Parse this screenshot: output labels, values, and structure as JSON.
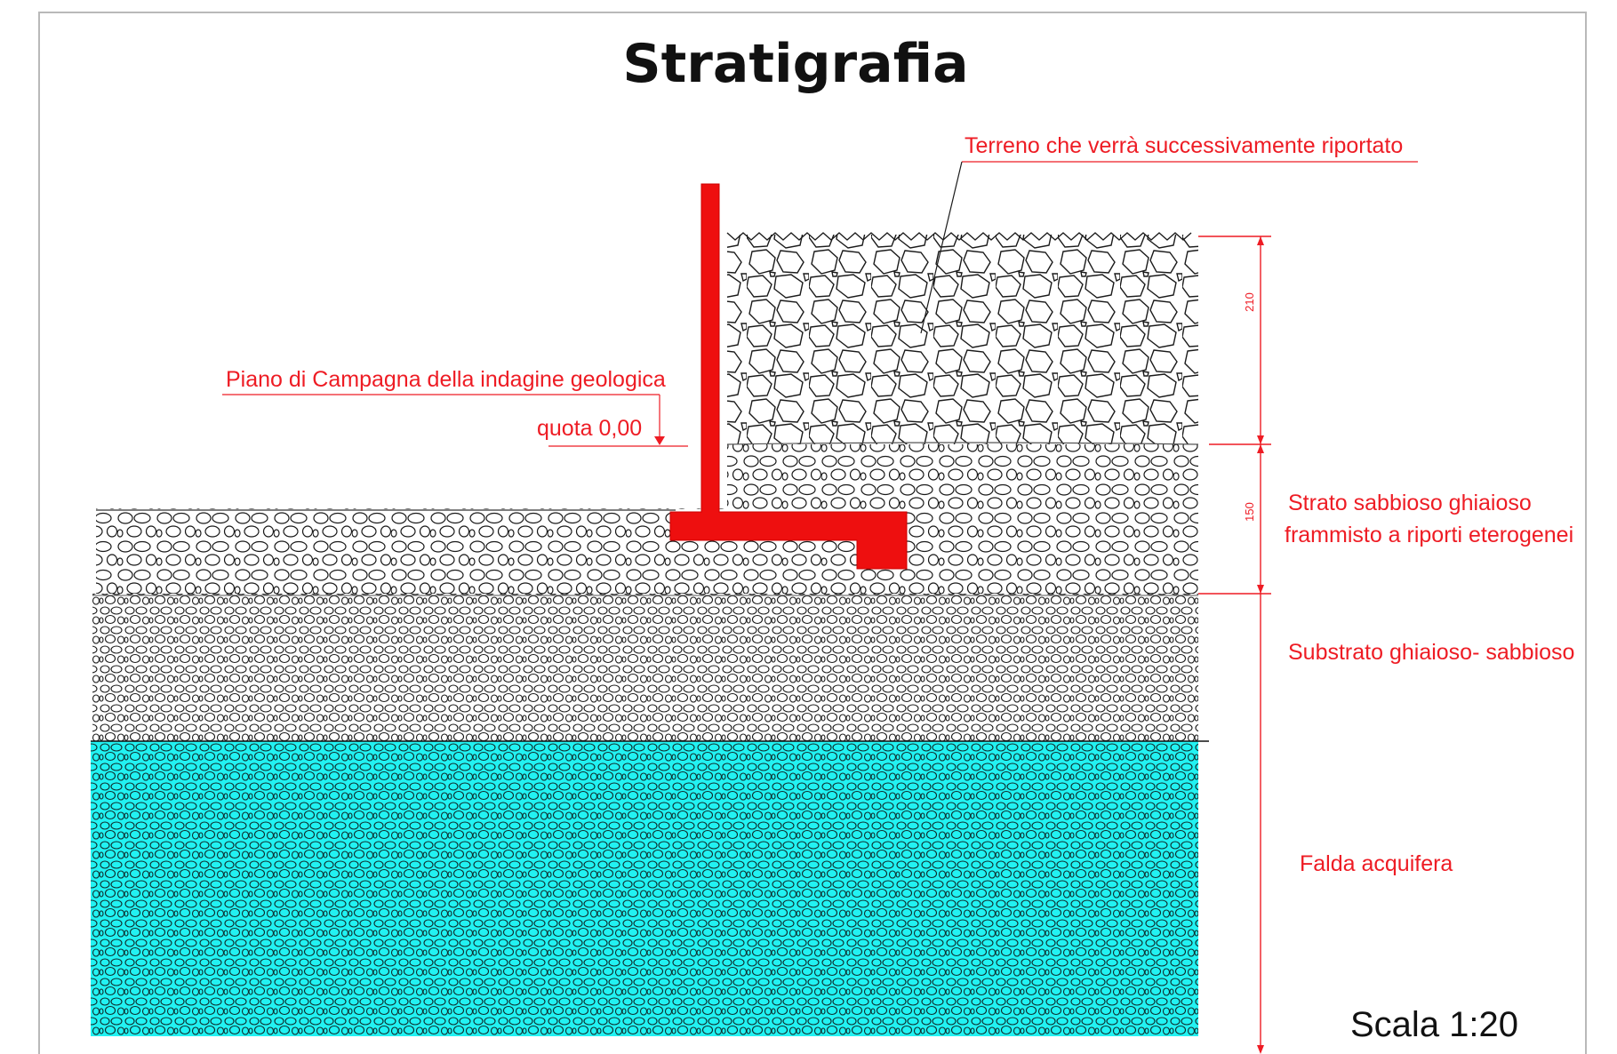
{
  "title": "Stratigrafia",
  "labels": {
    "terreno": "Terreno che verrà successivamente riportato",
    "piano": "Piano di Campagna della indagine geologica",
    "quota": "quota 0,00",
    "strato_line1": "Strato sabbioso ghiaioso",
    "strato_line2": "frammisto a riporti eterogenei",
    "substrato": "Substrato ghiaioso- sabbioso",
    "falda": "Falda acquifera",
    "scala": "Scala 1:20"
  },
  "dimensions": {
    "top_layer": "210",
    "middle_layer": "150"
  },
  "colors": {
    "annotation_red": "#ee1c24",
    "wall_red": "#ee0f0f",
    "water_cyan": "#22f2f2",
    "stone_stroke": "#1a1a1a"
  }
}
